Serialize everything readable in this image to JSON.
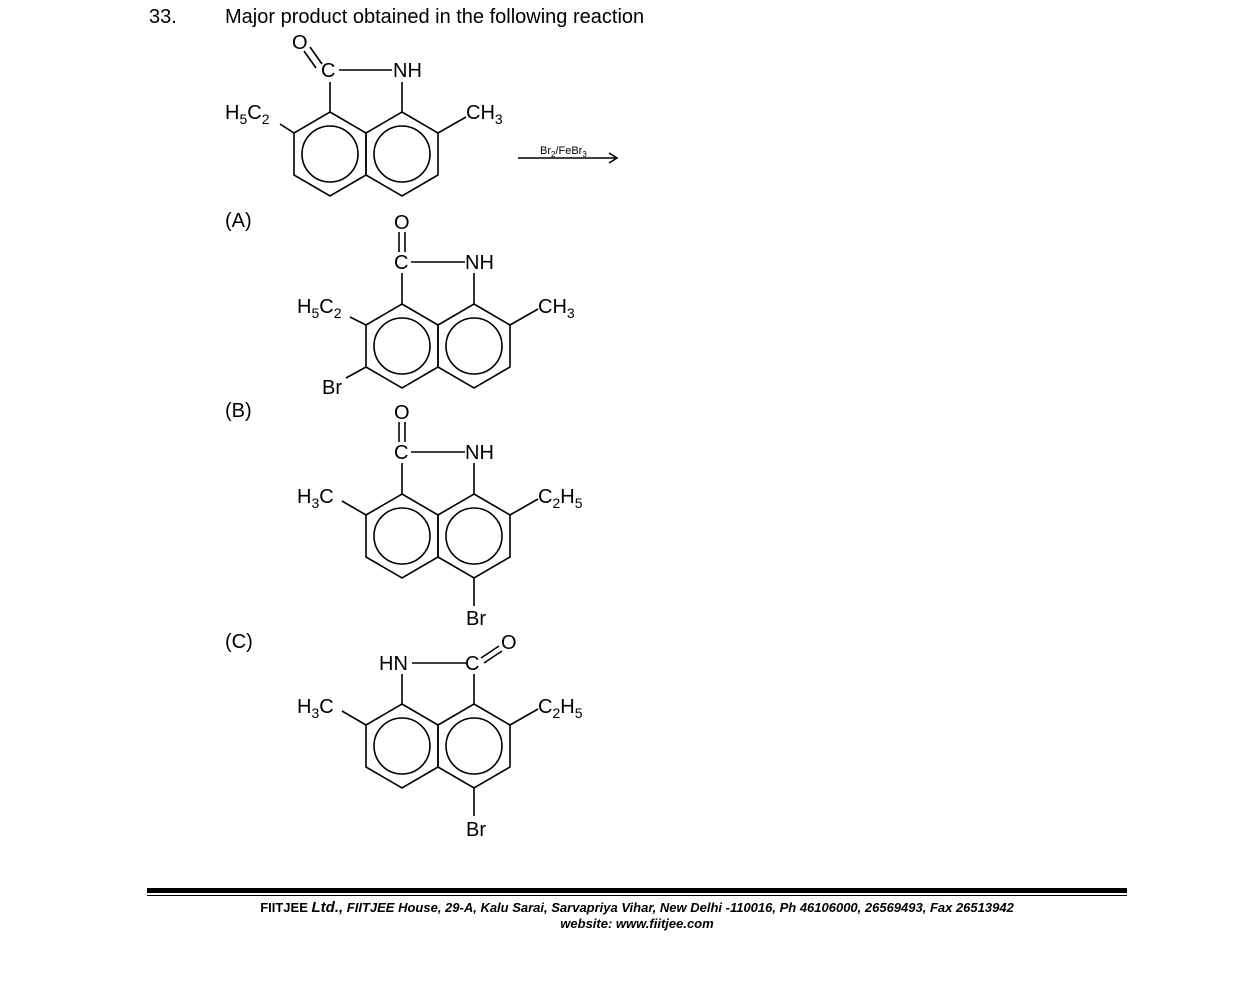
{
  "question": {
    "number": "33.",
    "text": "Major product obtained in the following reaction",
    "reagent": {
      "main": "Br",
      "sub1": "2",
      "mid": "/FeBr",
      "sub2": "3"
    }
  },
  "options": [
    {
      "label": "(A)"
    },
    {
      "label": "(B)"
    },
    {
      "label": "(C)"
    }
  ],
  "atoms": {
    "O": "O",
    "C": "C",
    "NH": "NH",
    "HN": "HN",
    "Br": "Br",
    "H": "H",
    "five": "5",
    "three": "3",
    "two": "2"
  },
  "footer": {
    "company": "FIITJEE",
    "ltd": "Ltd.,",
    "address": "FIITJEE House, 29-A, Kalu  Sarai, Sarvapriya Vihar, New Delhi -110016, Ph 46106000, 26569493, Fax 26513942",
    "website": "website: www.fiitjee.com"
  }
}
